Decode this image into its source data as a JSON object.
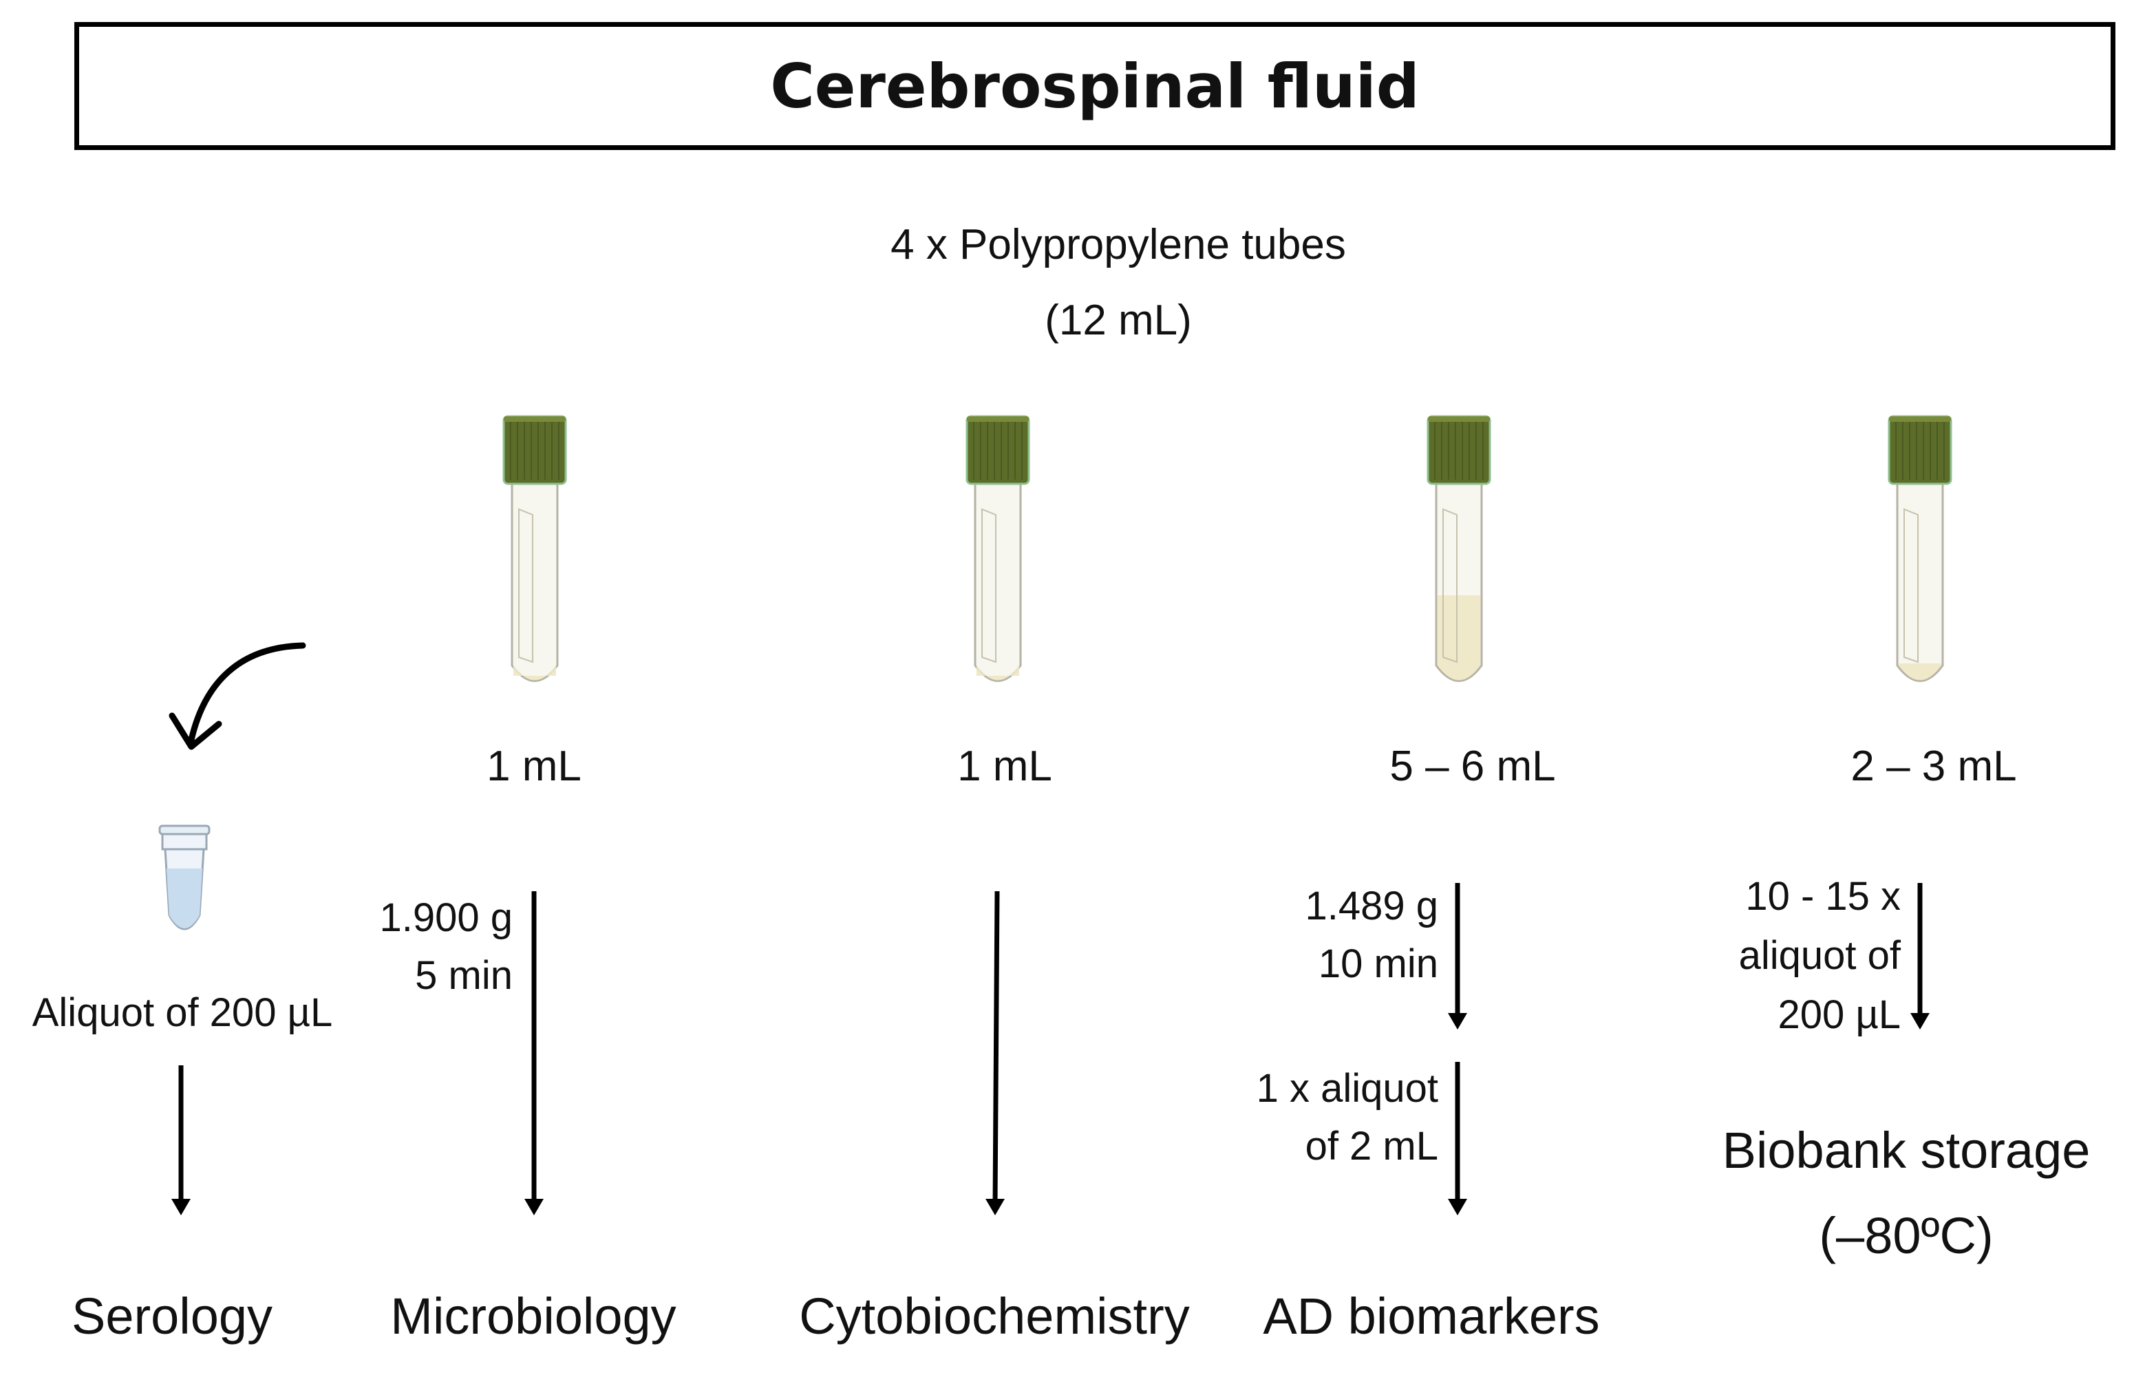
{
  "title": "Cerebrospinal fluid",
  "tubes_label": "4 x Polypropylene tubes",
  "tubes_capacity": "(12 mL)",
  "colors": {
    "cap": "#5b6d29",
    "cap_rim": "#8fbf8f",
    "tube_fill": "#f3efd6",
    "liquid": "#ede7c4",
    "micro_tube_liquid": "#c8dcef"
  },
  "serology": {
    "aliquot": "Aliquot of 200 µL",
    "destination": "Serology"
  },
  "columns": [
    {
      "volume": "1 mL",
      "centrifuge_lines": [
        "1.900 g",
        "5 min"
      ],
      "destination": "Microbiology",
      "liquid_fraction": 0.06
    },
    {
      "volume": "1 mL",
      "centrifuge_lines": [],
      "destination": "Cytobiochemistry",
      "liquid_fraction": 0.06
    },
    {
      "volume": "5 – 6 mL",
      "centrifuge_lines": [
        "1.489 g",
        "10 min"
      ],
      "aliquot_lines": [
        "1  x aliquot",
        "of 2 mL"
      ],
      "destination": "AD biomarkers",
      "liquid_fraction": 0.45
    },
    {
      "volume": "2 – 3 mL",
      "aliquot_lines": [
        "10 - 15 x",
        "aliquot of",
        "200 µL"
      ],
      "destination_lines": [
        "Biobank storage",
        "(–80ºC)"
      ],
      "liquid_fraction": 0.12
    }
  ]
}
